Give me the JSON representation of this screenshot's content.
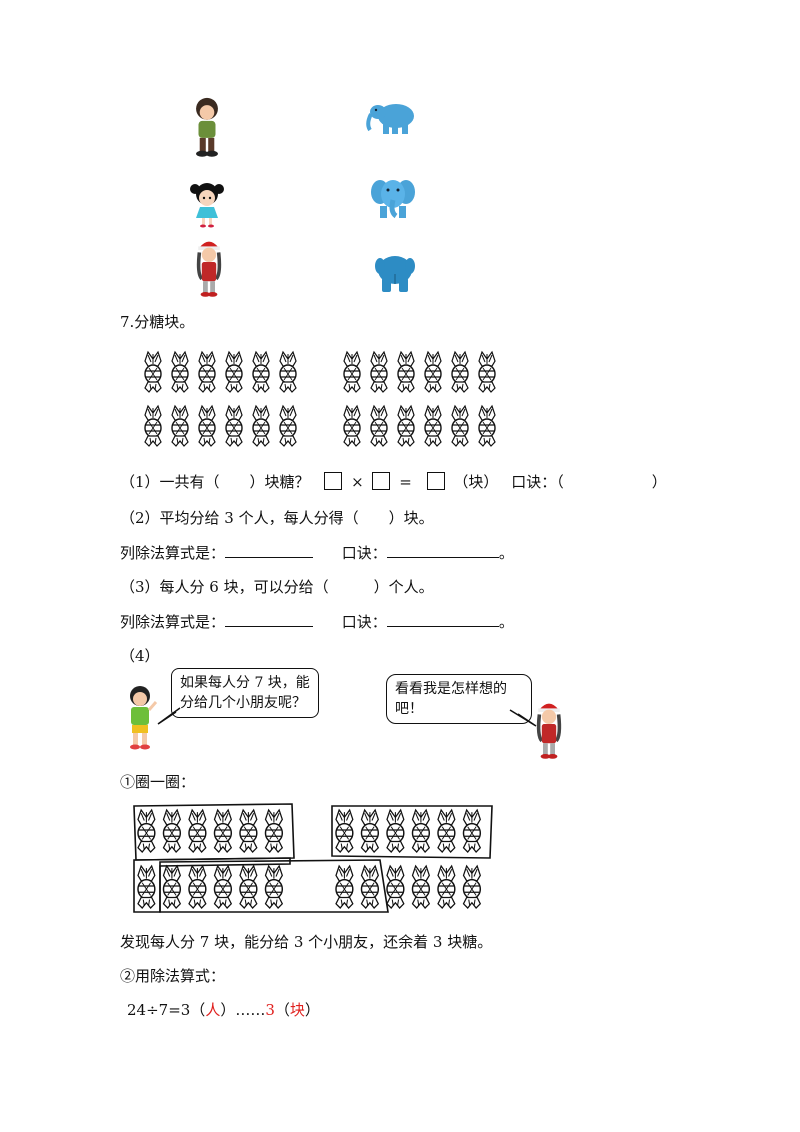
{
  "q7_title": "7.分糖块。",
  "q1": {
    "text_a": "（1）一共有（　　）块糖？",
    "times": "×",
    "equals": "=",
    "unit": "（块）",
    "koujue": "口诀：（",
    "close": "）"
  },
  "q2": {
    "text": "（2）平均分给 3 个人，每人分得（　　）块。",
    "formula_label": "列除法算式是：",
    "koujue_label": "口诀：",
    "end": "。"
  },
  "q3": {
    "text": "（3）每人分 6 块，可以分给（　　　）个人。",
    "formula_label": "列除法算式是：",
    "koujue_label": "口诀：",
    "end": "。"
  },
  "q4": {
    "label": "（4）",
    "bubble_left_line1": "如果每人分 7 块，能",
    "bubble_left_line2": "分给几个小朋友呢？",
    "bubble_right_line1": "看看我是怎样想的",
    "bubble_right_line2": "吧！"
  },
  "circle_label": "①圈一圈：",
  "finding": "发现每人分 7 块，能分给 3 个小朋友，还余着 3 块糖。",
  "division_label": "②用除法算式：",
  "answer": {
    "prefix": "24÷7=3（",
    "ren": "人",
    "mid": "）……",
    "remainder": "3",
    "open2": "（",
    "kuai": "块",
    "close2": "）"
  },
  "colors": {
    "red": "#e0201e",
    "elephant_blue": "#4aa3d8",
    "text": "#111111"
  },
  "icons": [
    "boy-figure-icon",
    "elephant-icon",
    "girl-figure-icon",
    "elephant-front-icon",
    "santa-girl-icon",
    "elephant-back-icon",
    "candy-icon"
  ]
}
